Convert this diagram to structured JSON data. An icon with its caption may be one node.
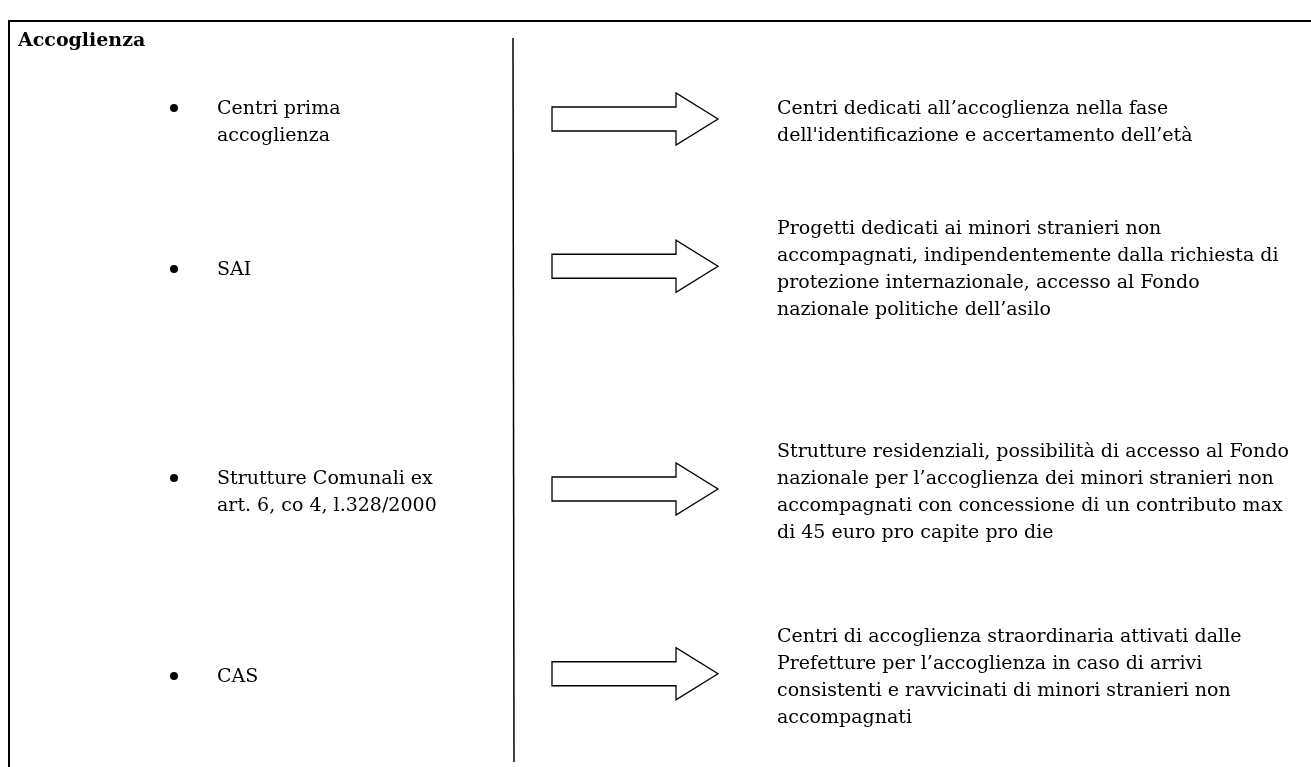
{
  "diagram": {
    "nodes": [
      {
        "text": [
          "Accoglienza"
        ]
      },
      {
        "text": [
          "Centri prima accoglienza"
        ],
        "in": 0
      },
      {
        "text": [
          "SAI"
        ],
        "in": 0
      },
      {
        "text": [
          "Strutture Comunali ex art. 6, co 4, l.328/2000"
        ],
        "in": 0
      },
      {
        "text": [
          "CAS"
        ],
        "in": 0
      },
      {
        "text": [
          "Centri dedicati all’accoglienza nella fase dell'identificazione e accertamento dell’età"
        ],
        "in": 0
      },
      {
        "text": [
          "Progetti dedicati ai minori stranieri non accompagnati, indipendentemente dalla richiesta di protezione internazionale, accesso al Fondo nazionale politiche dell’asilo"
        ],
        "in": 0
      },
      {
        "text": [
          "Strutture residenziali, possibilità di accesso al Fondo nazionale per l’accoglienza dei minori stranieri non accompagnati con concessione di un contributo max di 45 euro pro capite pro die"
        ],
        "in": 0
      },
      {
        "text": [
          "Centri di accoglienza straordinaria attivati dalle Prefetture per l’accoglienza in caso di arrivi consistenti e ravvicinati di minori stranieri non accompagnati"
        ],
        "in": 0
      }
    ],
    "edges": [
      {
        "from": 1,
        "to": 5,
        "arrow": "to"
      },
      {
        "from": 2,
        "to": 6,
        "arrow": "to"
      },
      {
        "from": 3,
        "to": 7,
        "arrow": "to"
      },
      {
        "from": 4,
        "to": 8,
        "arrow": "to"
      }
    ]
  }
}
